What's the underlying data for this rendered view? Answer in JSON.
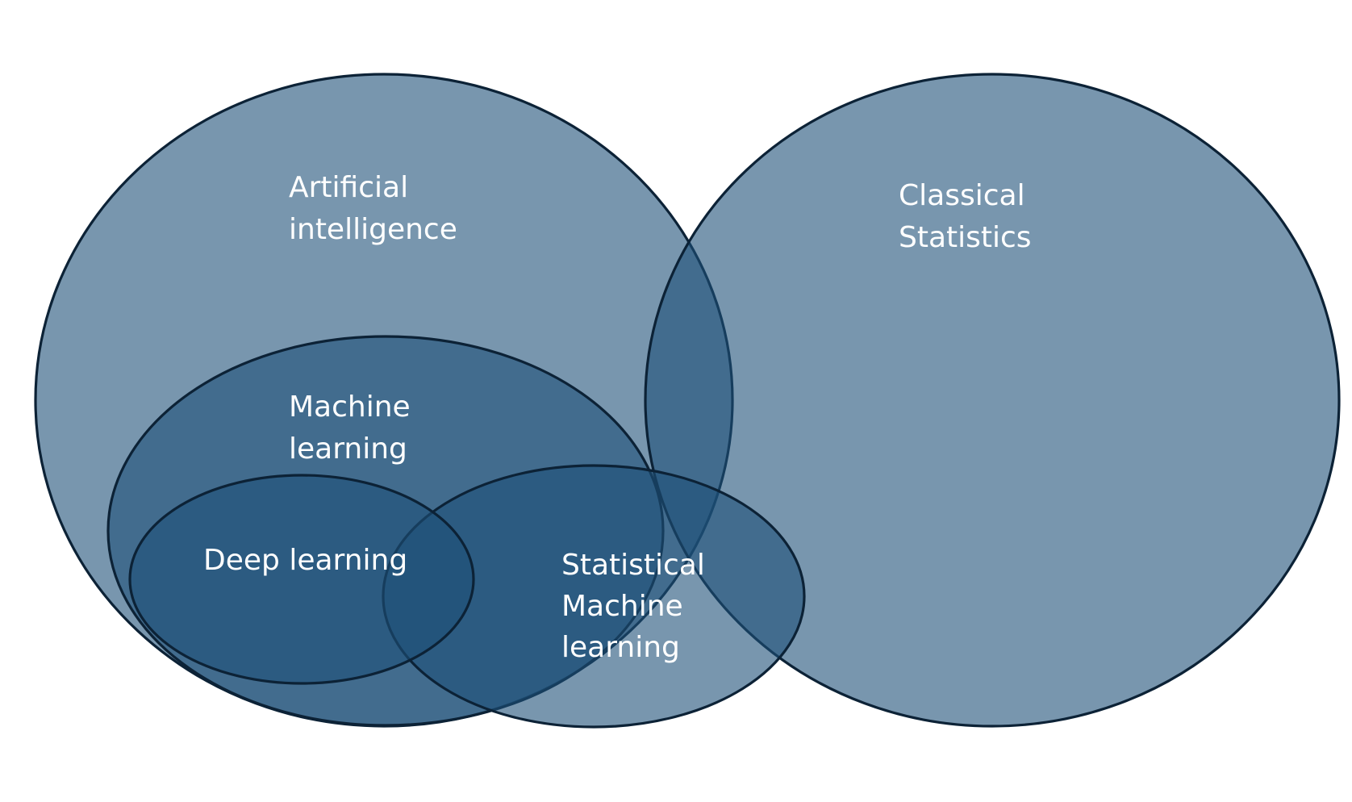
{
  "diagram": {
    "type": "venn",
    "colors": {
      "region_fill": "#1e5078",
      "outline": "#0c2236",
      "label_text": "#ffffff",
      "background": "#ffffff"
    },
    "sets": {
      "artificial_intelligence": {
        "line1": "Artificial",
        "line2": "intelligence"
      },
      "classical_statistics": {
        "line1": "Classical",
        "line2": "Statistics"
      },
      "machine_learning": {
        "line1": "Machine",
        "line2": "learning"
      },
      "deep_learning": {
        "line1": "Deep learning"
      },
      "statistical_machine_learning": {
        "line1": "Statistical",
        "line2": "Machine",
        "line3": "learning"
      }
    }
  }
}
